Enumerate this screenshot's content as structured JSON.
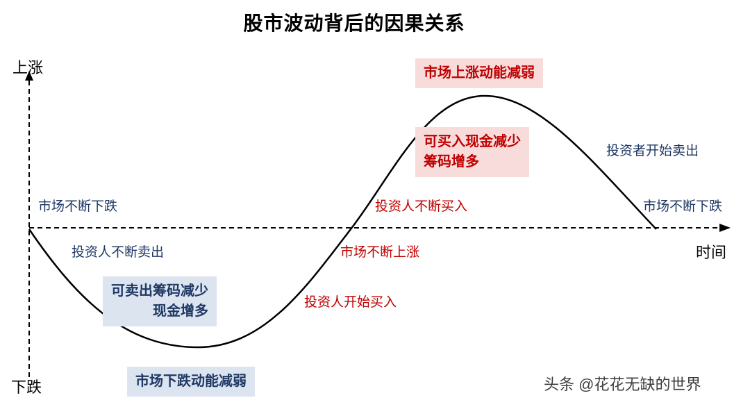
{
  "title": "股市波动背后的因果关系",
  "axis": {
    "y_top": "上涨",
    "y_bottom": "下跌",
    "x_right": "时间"
  },
  "labels": {
    "up_momentum_weaken": "市场上涨动能减弱",
    "buy_cash_line1": "可买入现金减少",
    "buy_cash_line2": "筹码增多",
    "investors_start_sell": "投资者开始卖出",
    "market_fall_left": "市场不断下跌",
    "investors_buy": "投资人不断买入",
    "market_fall_right": "市场不断下跌",
    "investors_sell": "投资人不断卖出",
    "market_rise": "市场不断上涨",
    "sell_chips_line1": "可卖出筹码减少",
    "sell_chips_line2": "现金增多",
    "investors_start_buy": "投资人开始买入",
    "down_momentum_weaken": "市场下跌动能减弱"
  },
  "watermark": "头条 @花花无缺的世界",
  "colors": {
    "red_text": "#c00000",
    "red_highlight_bg": "#f7dcdb",
    "navy_text": "#1f3864",
    "navy_highlight_bg": "#dce4f0",
    "curve": "#000000",
    "axis": "#000000"
  }
}
